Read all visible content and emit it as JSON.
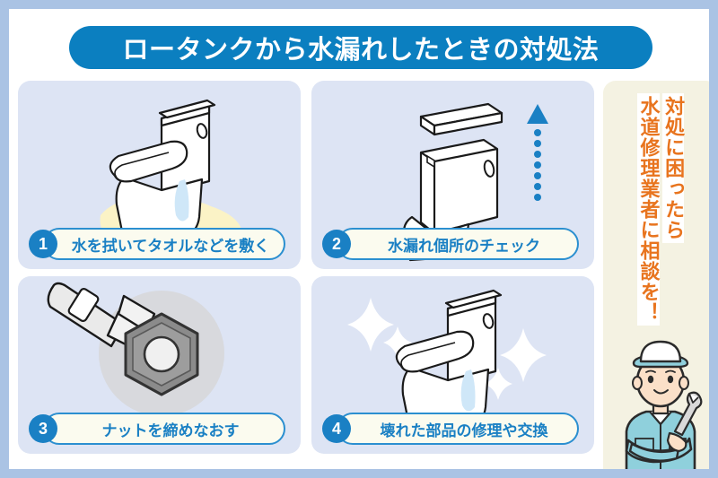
{
  "header": {
    "title": "ローータンクから水漏れしたときの対処法",
    "title_text": "ロータンクから水漏れしたときの対処法",
    "bar_color": "#0b7fc0",
    "text_color": "#ffffff"
  },
  "theme": {
    "outer_border": "#aac3e4",
    "panel_bg": "#dde4f4",
    "label_bg": "#fbfbef",
    "label_border": "#2b8fd0",
    "label_text": "#1a80c4",
    "badge_bg": "#1a80c4",
    "sidebar_bg": "#f4f2e2",
    "sidebar_text": "#e8741e",
    "accent_blue": "#1a80c4"
  },
  "panels": [
    {
      "number": "1",
      "label": "水を拭いてタオルなどを敷く",
      "illustration": "toilet-with-towel-and-water-leak"
    },
    {
      "number": "2",
      "label": "水漏れ個所のチェック",
      "illustration": "toilet-tank-with-lid-lifted-and-arrow"
    },
    {
      "number": "3",
      "label": "ナットを締めなおす",
      "illustration": "wrench-tightening-hex-nut"
    },
    {
      "number": "4",
      "label": "壊れた部品の修理や交換",
      "illustration": "clean-toilet-with-sparkles"
    }
  ],
  "sidebar": {
    "vertical_text_column_1": "対処に困ったら",
    "vertical_text_column_2": "水道修理業者に相談を！",
    "mascot": "plumber-character-with-wrench"
  }
}
